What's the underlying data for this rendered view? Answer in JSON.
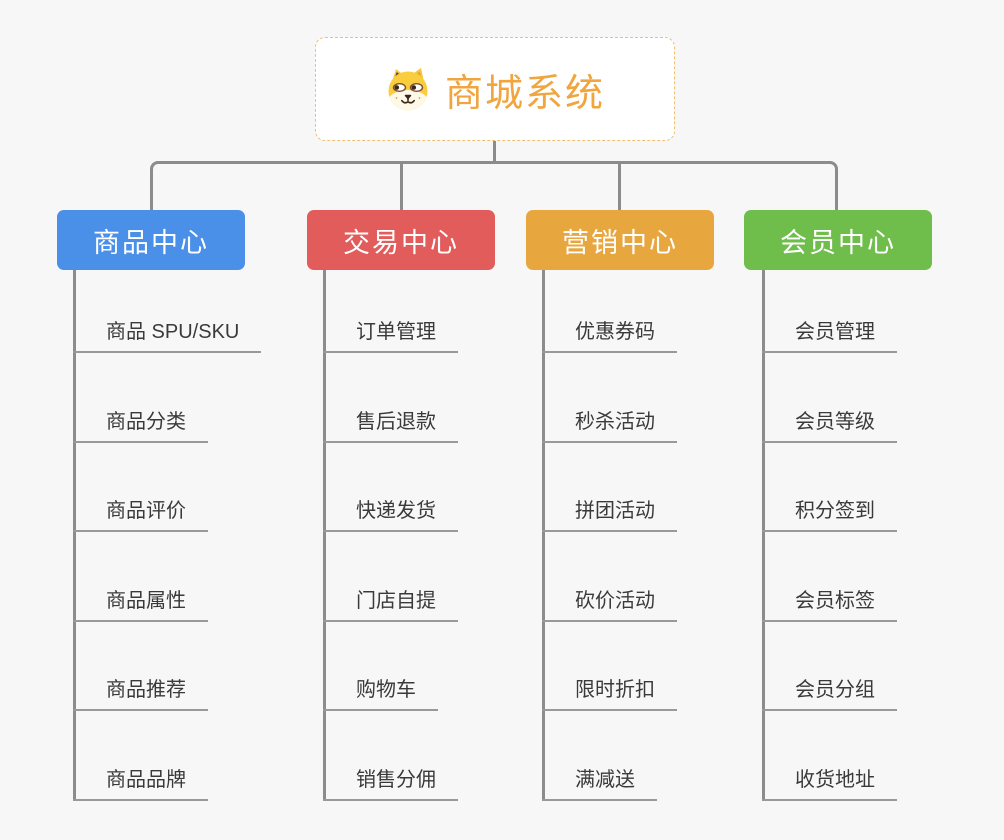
{
  "root": {
    "title": "商城系统",
    "title_color": "#f0a53e",
    "border_color": "#f0bf74",
    "icon": "dog-face-icon"
  },
  "colors": {
    "background": "#f7f7f7",
    "connector": "#8c8c8c",
    "child_underline": "#999999",
    "child_text": "#3a3a3a"
  },
  "branches": [
    {
      "label": "商品中心",
      "color": "#4a8fe8",
      "children": [
        "商品 SPU/SKU",
        "商品分类",
        "商品评价",
        "商品属性",
        "商品推荐",
        "商品品牌"
      ]
    },
    {
      "label": "交易中心",
      "color": "#e25c5c",
      "children": [
        "订单管理",
        "售后退款",
        "快递发货",
        "门店自提",
        "购物车",
        "销售分佣"
      ]
    },
    {
      "label": "营销中心",
      "color": "#e8a63e",
      "children": [
        "优惠券码",
        "秒杀活动",
        "拼团活动",
        "砍价活动",
        "限时折扣",
        "满减送"
      ]
    },
    {
      "label": "会员中心",
      "color": "#6fbe4b",
      "children": [
        "会员管理",
        "会员等级",
        "积分签到",
        "会员标签",
        "会员分组",
        "收货地址"
      ]
    }
  ]
}
